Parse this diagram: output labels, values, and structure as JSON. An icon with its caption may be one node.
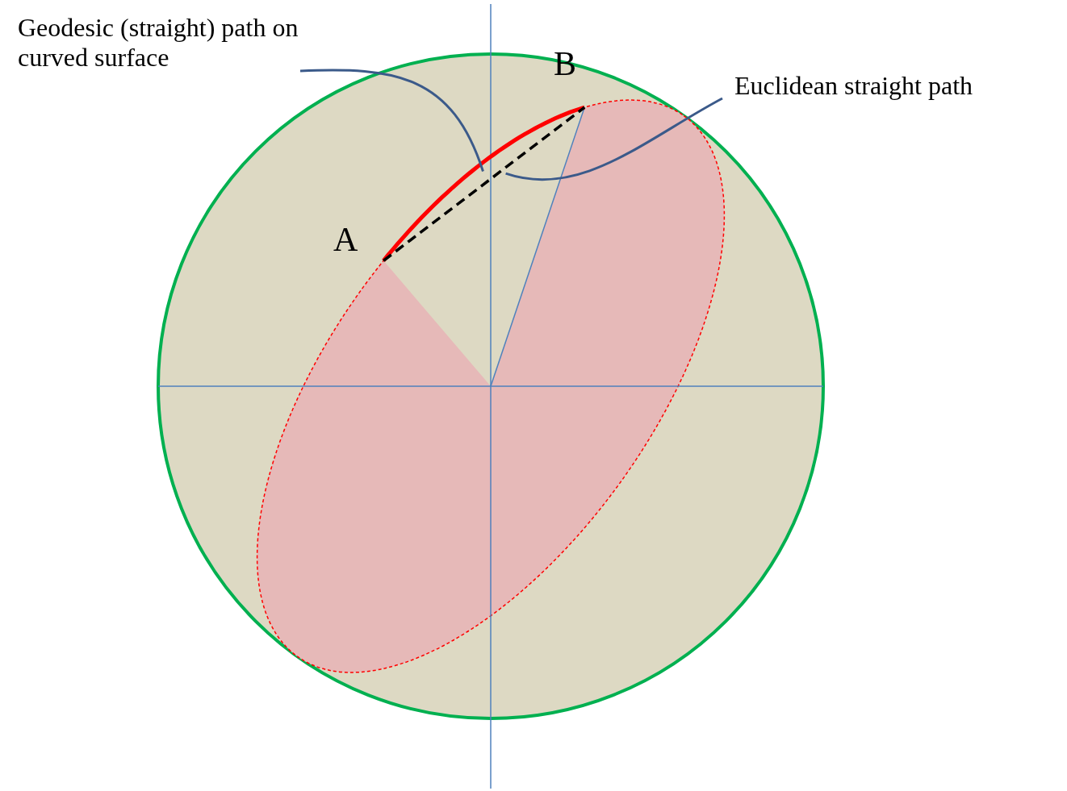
{
  "diagram": {
    "nodes": [
      {
        "text": [
          "Geodesic (straight) path on curved surface"
        ]
      },
      {
        "text": [],
        "shape": "line"
      },
      {
        "text": [
          "Euclidean straight path"
        ]
      },
      {
        "text": [],
        "shape": "line"
      }
    ],
    "edges": [
      {
        "from": 0,
        "to": 1,
        "arrow": "none"
      },
      {
        "from": 2,
        "to": 3,
        "arrow": "none"
      }
    ],
    "labels": [
      "B",
      "A"
    ]
  }
}
